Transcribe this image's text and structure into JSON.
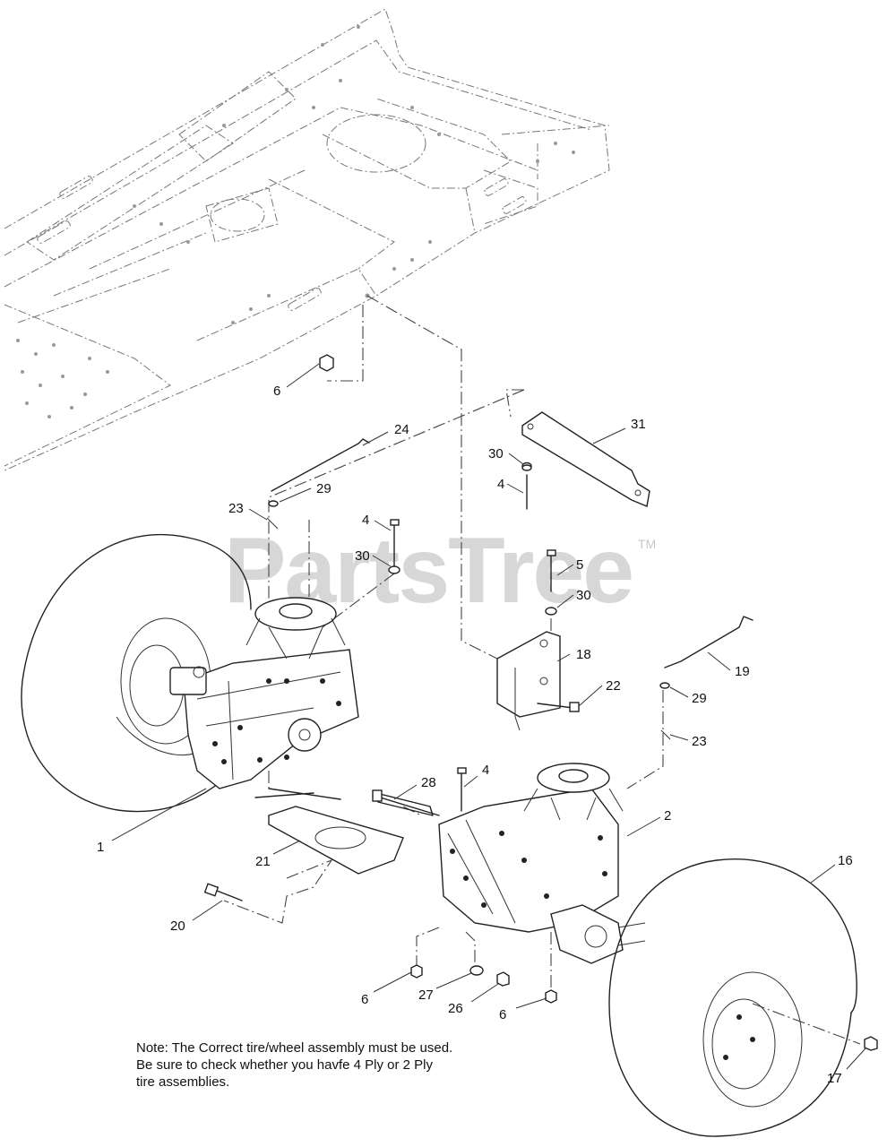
{
  "diagram": {
    "watermark": "PartsTree",
    "watermark_tm": "TM",
    "callouts": {
      "c1": "1",
      "c2": "2",
      "c4a": "4",
      "c4b": "4",
      "c4c": "4",
      "c5": "5",
      "c6a": "6",
      "c6b": "6",
      "c6c": "6",
      "c16": "16",
      "c17": "17",
      "c18": "18",
      "c19": "19",
      "c20": "20",
      "c21": "21",
      "c22": "22",
      "c23a": "23",
      "c23b": "23",
      "c24": "24",
      "c26": "26",
      "c27": "27",
      "c28": "28",
      "c29a": "29",
      "c29b": "29",
      "c30a": "30",
      "c30b": "30",
      "c30c": "30",
      "c31": "31"
    },
    "note_lines": [
      "Note: The Correct tire/wheel assembly must be used.",
      "Be sure to check whether you havfe 4 Ply or 2 Ply",
      "tire assemblies."
    ]
  }
}
